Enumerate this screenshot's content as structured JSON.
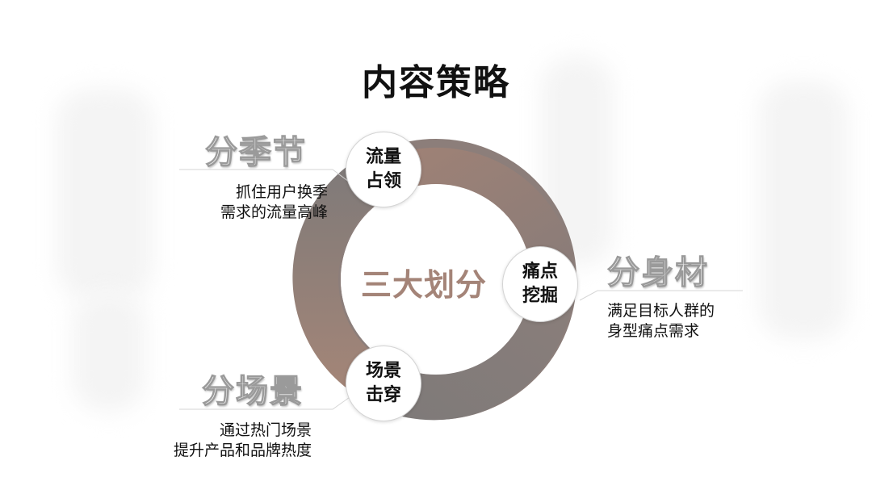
{
  "title": "内容策略",
  "center_label": "三大划分",
  "nodes": [
    {
      "line1": "流量",
      "line2": "占领"
    },
    {
      "line1": "痛点",
      "line2": "挖掘"
    },
    {
      "line1": "场景",
      "line2": "击穿"
    }
  ],
  "labels": [
    {
      "heading": "分季节",
      "desc_line1": "抓住用户换季",
      "desc_line2": "需求的流量高峰"
    },
    {
      "heading": "分身材",
      "desc_line1": "满足目标人群的",
      "desc_line2": "身型痛点需求"
    },
    {
      "heading": "分场景",
      "desc_line1": "通过热门场景",
      "desc_line2": "提升产品和品牌热度"
    }
  ],
  "colors": {
    "ring_brown": "#a48478",
    "ring_gray": "#807a78",
    "center_text": "#a48478",
    "title": "#111111"
  }
}
